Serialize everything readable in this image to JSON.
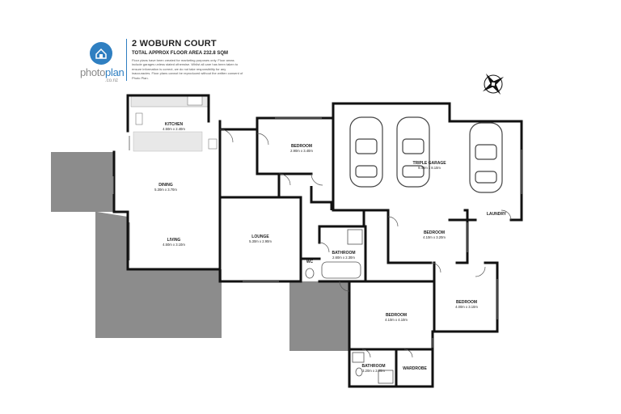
{
  "header": {
    "title": "2 WOBURN COURT",
    "subtitle": "TOTAL APPROX FLOOR AREA 232.8 SQM",
    "disclaimer": "Floor plans have been created for marketing purposes only. Floor areas include garages unless stated otherwise. Whilst all care has been taken to ensure information is correct, we do not take responsibility for any inaccuracies. Floor plans cannot be reproduced without the written consent of Photo Plan."
  },
  "logo": {
    "word_a": "photo",
    "word_b": "plan",
    "domain": ".co.nz",
    "brand_color": "#2f7fc1"
  },
  "colors": {
    "wall": "#111111",
    "outdoor": "#8c8c8c",
    "kitchen_counter": "#e8e8e8",
    "car": "#444444"
  },
  "rooms": {
    "kitchen": {
      "name": "KITCHEN",
      "dim": "4.50m x 2.40m"
    },
    "dining": {
      "name": "DINING",
      "dim": "5.30m x 3.70m"
    },
    "living": {
      "name": "LIVING",
      "dim": "4.50m x 3.10m"
    },
    "lounge": {
      "name": "LOUNGE",
      "dim": "5.30m x 2.90m"
    },
    "bedroom1": {
      "name": "BEDROOM",
      "dim": "2.90m x 3.40m"
    },
    "garage": {
      "name": "TRIPLE GARAGE",
      "dim": "9.40m x 8.10m"
    },
    "laundry": {
      "name": "LAUNDRY",
      "dim": ""
    },
    "bedroom2": {
      "name": "BEDROOM",
      "dim": "4.10m x 3.20m"
    },
    "bathroom1": {
      "name": "BATHROOM",
      "dim": "2.60m x 2.30m"
    },
    "wc": {
      "name": "WC",
      "dim": ""
    },
    "bedroom3": {
      "name": "BEDROOM",
      "dim": "4.00m x 3.10m"
    },
    "bedroom4": {
      "name": "BEDROOM",
      "dim": "4.10m x 4.10m"
    },
    "bathroom2": {
      "name": "BATHROOM",
      "dim": "3.20m x 2.00m"
    },
    "wardrobe": {
      "name": "WARDROBE",
      "dim": ""
    }
  }
}
